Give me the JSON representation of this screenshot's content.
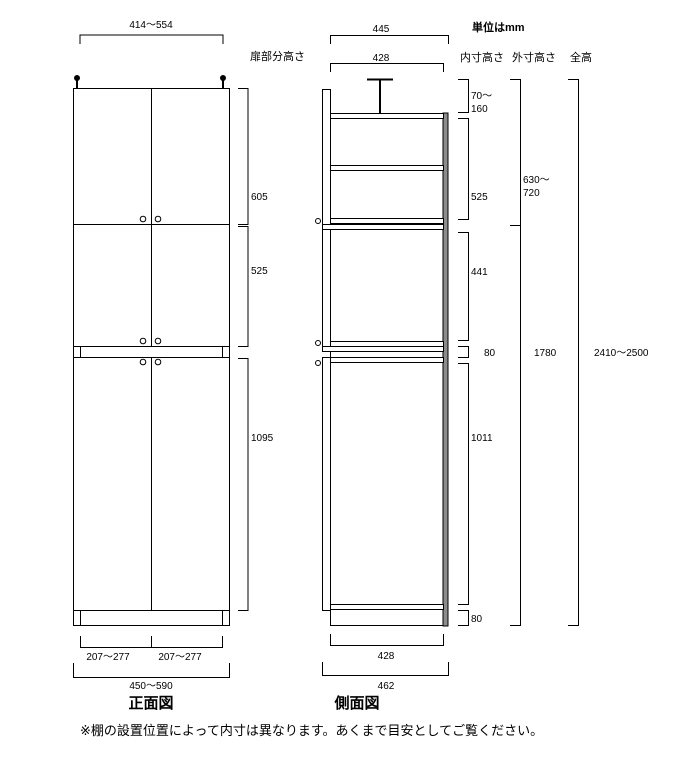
{
  "unit_label": "単位はmm",
  "front": {
    "title": "正面図",
    "top_width": "414～554",
    "door_height_heading": "扉部分高さ",
    "door_heights": [
      "605",
      "525",
      "1095"
    ],
    "door_widths": [
      "207～277",
      "207～277"
    ],
    "total_width": "450～590"
  },
  "side": {
    "title": "側面図",
    "outer_depth_top": "445",
    "inner_depth_top": "428",
    "headings": {
      "inner": "内寸高さ",
      "outer": "外寸高さ",
      "total": "全高"
    },
    "inner_heights": [
      "70～",
      "160",
      "525",
      "441",
      "80",
      "1011",
      "80"
    ],
    "outer_heights": [
      "630～",
      "720",
      "1780"
    ],
    "total_height": "2410～2500",
    "inner_depth_bottom": "428",
    "outer_depth_bottom": "462",
    "back_panel_color": "#8c8c8c"
  },
  "note": "※棚の設置位置によって内寸は異なります。あくまで目安としてご覧ください。"
}
